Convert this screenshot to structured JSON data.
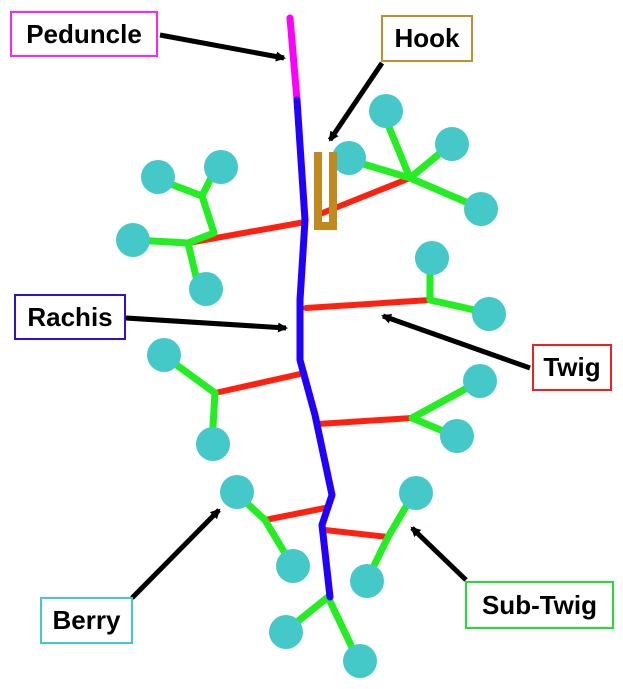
{
  "labels": {
    "peduncle": "Peduncle",
    "hook": "Hook",
    "rachis": "Rachis",
    "twig": "Twig",
    "berry": "Berry",
    "sub_twig": "Sub-Twig"
  },
  "colors": {
    "peduncle": "#ff00ff",
    "rachis": "#2200ff",
    "twig": "#ff2010",
    "sub_twig": "#22ee22",
    "berry": "#44c8c8",
    "hook": "#c08a20",
    "peduncle_border": "#ff22ff",
    "hook_border": "#c09030",
    "rachis_border": "#3311cc",
    "twig_border": "#ee2222",
    "berry_border": "#44c8c8",
    "sub_twig_border": "#22dd33",
    "arrow": "#000000"
  }
}
